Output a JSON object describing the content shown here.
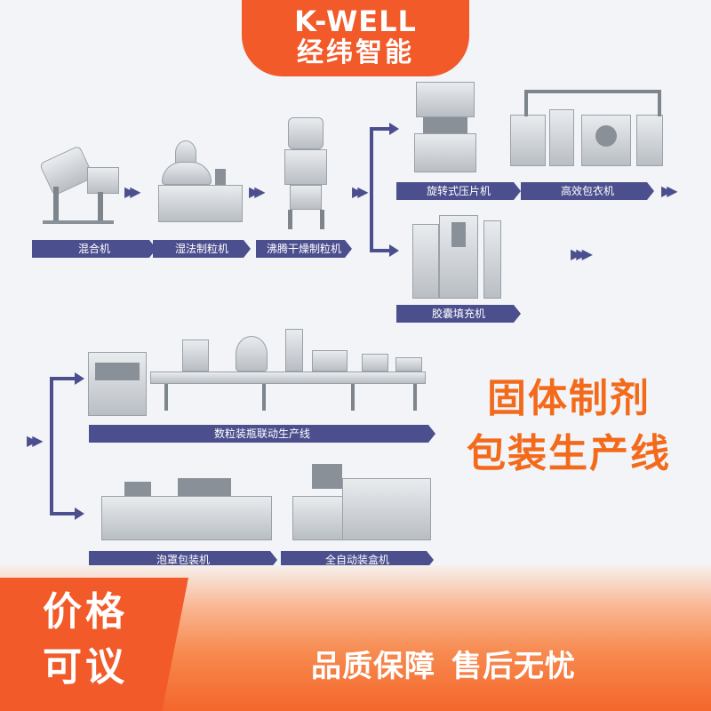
{
  "brand": {
    "name_en": "K-WELL",
    "name_cn": "经纬智能"
  },
  "machines_top": {
    "mixer": "混合机",
    "wet_granulator": "湿法制粒机",
    "fluid_bed_dryer": "沸腾干燥制粒机",
    "rotary_press": "旋转式压片机",
    "coater": "高效包衣机",
    "capsule_filler": "胶囊填充机"
  },
  "machines_bottom": {
    "bottling_line": "数粒装瓶联动生产线",
    "blister_packer": "泡罩包装机",
    "cartoner": "全自动装盒机"
  },
  "title": {
    "line1": "固体制剂",
    "line2": "包装生产线"
  },
  "footer": {
    "price_line1": "价格",
    "price_line2": "可议",
    "slogan1": "品质保障",
    "slogan2": "售后无忧"
  },
  "colors": {
    "accent_orange": "#f25a2a",
    "label_navy": "#4c4f8e",
    "title_orange": "#f36a1b"
  }
}
